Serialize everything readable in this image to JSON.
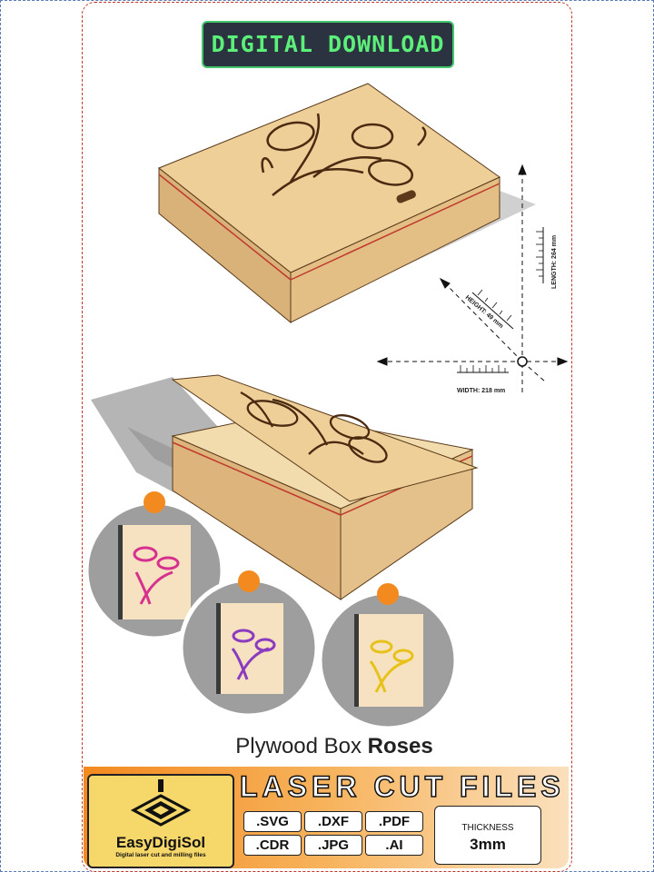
{
  "badge": "DIGITAL DOWNLOAD",
  "dimensions": {
    "length": "LENGTH: 264 mm",
    "height": "HEIGHT: 49 mm",
    "width": "WIDTH: 218 mm"
  },
  "product": {
    "title_prefix": "Plywood Box ",
    "title_bold": "Roses"
  },
  "brand": {
    "name": "EasyDigiSol",
    "tagline": "Digital laser cut and milling files"
  },
  "footer": {
    "heading": "LASER CUT FILES",
    "formats": [
      ".SVG",
      ".DXF",
      ".PDF",
      ".CDR",
      ".JPG",
      ".AI"
    ],
    "thickness_label": "THICKNESS",
    "thickness_value": "3mm"
  },
  "colors": {
    "wood": "#efcf98",
    "accent_orange": "#f28a1f",
    "badge_green": "#5cf07a",
    "variant_pink": "#d6318f",
    "variant_purple": "#8a3bbf",
    "variant_yellow": "#e8c21a"
  }
}
